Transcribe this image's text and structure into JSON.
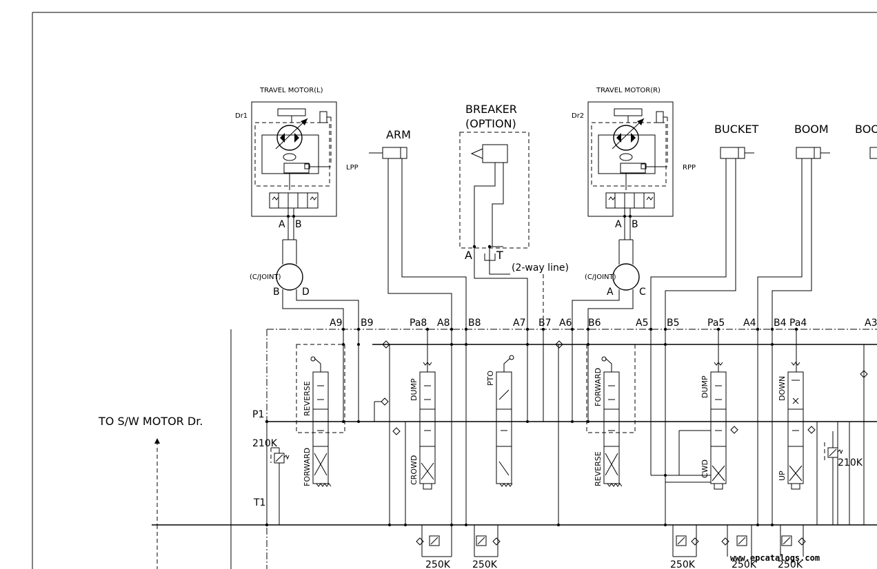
{
  "components": {
    "travel_motor_left": {
      "title": "TRAVEL MOTOR(L)",
      "drain": "Dr1",
      "pilot": "LPP",
      "port_a": "A",
      "port_b": "B"
    },
    "travel_motor_right": {
      "title": "TRAVEL MOTOR(R)",
      "drain": "Dr2",
      "pilot": "RPP",
      "port_a": "A",
      "port_b": "B"
    },
    "breaker": {
      "title_line1": "BREAKER",
      "title_line2": "(OPTION)",
      "port_a": "A",
      "port_t": "T",
      "two_way_line": "(2-way line)"
    },
    "arm": {
      "label": "ARM"
    },
    "bucket": {
      "label": "BUCKET"
    },
    "boom": {
      "label": "BOOM"
    },
    "boom_cut": {
      "label": "BOO"
    },
    "center_joint_left": {
      "label": "(C/JOINT)",
      "port_b": "B",
      "port_d": "D"
    },
    "center_joint_right": {
      "label": "(C/JOINT)",
      "port_a": "A",
      "port_c": "C"
    }
  },
  "ports": [
    "A9",
    "B9",
    "Pa8",
    "A8",
    "B8",
    "A7",
    "B7",
    "A6",
    "B6",
    "A5",
    "B5",
    "Pa5",
    "A4",
    "B4",
    "Pa4",
    "A3"
  ],
  "left_labels": {
    "to_motor": "TO S/W MOTOR Dr.",
    "p1": "P1",
    "t1": "T1",
    "relief_main": "210K"
  },
  "spools": {
    "travel_left": {
      "top": "REVERSE",
      "bottom": "FORWARD"
    },
    "arm": {
      "top": "DUMP",
      "bottom": "CROWD"
    },
    "pto": {
      "top": "PTO"
    },
    "travel_right": {
      "top": "FORWARD",
      "bottom": "REVERSE"
    },
    "bucket": {
      "top": "DUMP",
      "bottom": "CWD"
    },
    "boom": {
      "top": "DOWN",
      "bottom": "UP"
    }
  },
  "relief_right": "210K",
  "port_reliefs": [
    "250K",
    "250K",
    "250K",
    "250K",
    "250K"
  ],
  "watermark": "www.epcatalogs.com"
}
